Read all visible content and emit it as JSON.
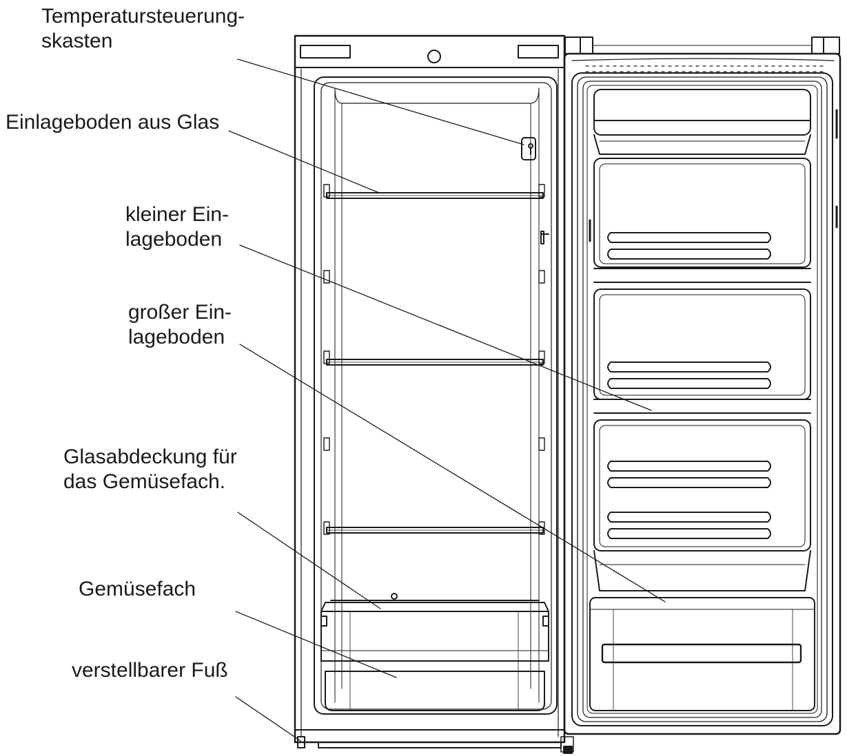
{
  "labels": {
    "temperature_control": [
      "Temperatursteuerung-",
      "skasten"
    ],
    "glass_shelf": [
      "Einlageboden aus Glas"
    ],
    "small_door_shelf": [
      "kleiner Ein-",
      "lageboden"
    ],
    "large_door_shelf": [
      "großer Ein-",
      "lageboden"
    ],
    "crisper_cover": [
      "Glasabdeckung für",
      "das Gemüsefach."
    ],
    "crisper": [
      "Gemüsefach"
    ],
    "adjustable_foot": [
      "verstellbarer Fuß"
    ]
  },
  "colors": {
    "line": "#1a1a1a",
    "background": "#ffffff"
  }
}
